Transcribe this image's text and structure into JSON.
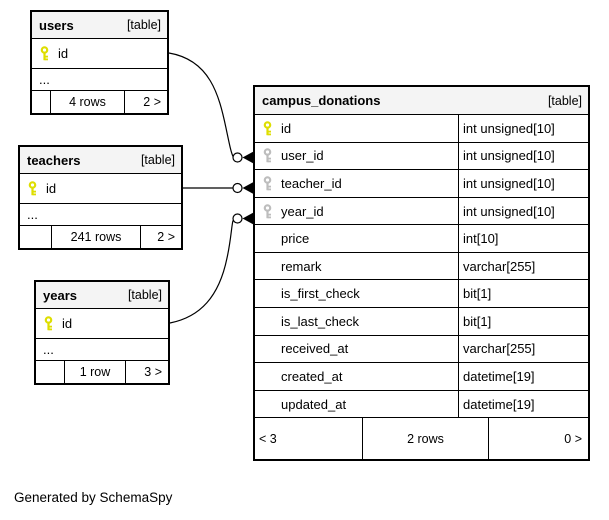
{
  "caption": "Generated by SchemaSpy",
  "colors": {
    "primary_key": "#dede00",
    "foreign_key": "#bdbdbd",
    "header_bg": "#f4f4f4"
  },
  "tables": [
    {
      "name": "users",
      "tag": "[table]",
      "columns": [
        {
          "name": "id",
          "key": "primary"
        }
      ],
      "more_indicator": "...",
      "footer": {
        "left": "",
        "center": "4 rows",
        "right": "2 >"
      }
    },
    {
      "name": "teachers",
      "tag": "[table]",
      "columns": [
        {
          "name": "id",
          "key": "primary"
        }
      ],
      "more_indicator": "...",
      "footer": {
        "left": "",
        "center": "241 rows",
        "right": "2 >"
      }
    },
    {
      "name": "years",
      "tag": "[table]",
      "columns": [
        {
          "name": "id",
          "key": "primary"
        }
      ],
      "more_indicator": "...",
      "footer": {
        "left": "",
        "center": "1 row",
        "right": "3 >"
      }
    },
    {
      "name": "campus_donations",
      "tag": "[table]",
      "columns": [
        {
          "name": "id",
          "type": "int unsigned[10]",
          "key": "primary"
        },
        {
          "name": "user_id",
          "type": "int unsigned[10]",
          "key": "foreign"
        },
        {
          "name": "teacher_id",
          "type": "int unsigned[10]",
          "key": "foreign"
        },
        {
          "name": "year_id",
          "type": "int unsigned[10]",
          "key": "foreign"
        },
        {
          "name": "price",
          "type": "int[10]",
          "key": "none"
        },
        {
          "name": "remark",
          "type": "varchar[255]",
          "key": "none"
        },
        {
          "name": "is_first_check",
          "type": "bit[1]",
          "key": "none"
        },
        {
          "name": "is_last_check",
          "type": "bit[1]",
          "key": "none"
        },
        {
          "name": "received_at",
          "type": "varchar[255]",
          "key": "none"
        },
        {
          "name": "created_at",
          "type": "datetime[19]",
          "key": "none"
        },
        {
          "name": "updated_at",
          "type": "datetime[19]",
          "key": "none"
        }
      ],
      "footer": {
        "left": "< 3",
        "center": "2 rows",
        "right": "0 >"
      }
    }
  ]
}
